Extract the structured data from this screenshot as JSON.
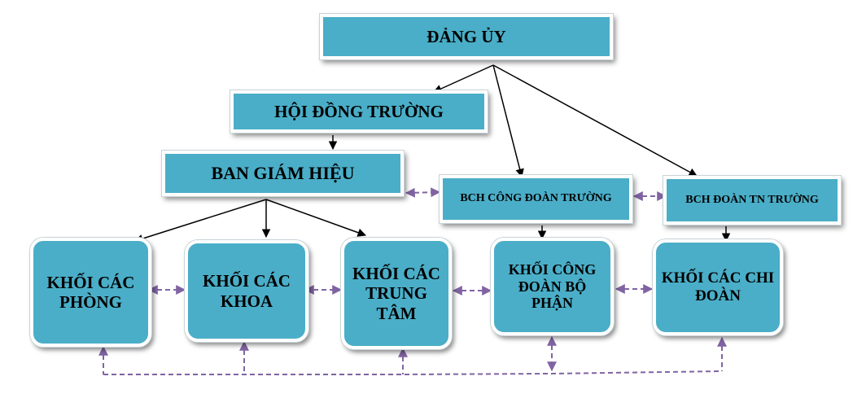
{
  "nodes": {
    "dang_uy": "ĐẢNG ỦY",
    "hoi_dong_truong": "HỘI ĐỒNG TRƯỜNG",
    "ban_giam_hieu": "BAN GIÁM HIỆU",
    "bch_cong_doan": "BCH CÔNG ĐOÀN TRƯỜNG",
    "bch_doan_tn": "BCH ĐOÀN TN TRƯỜNG",
    "khoi_cac_phong": "KHỐI CÁC PHÒNG",
    "khoi_cac_khoa": "KHỐI CÁC KHOA",
    "khoi_cac_trung_tam": "KHỐI CÁC TRUNG TÂM",
    "khoi_cong_doan_bo_phan": "KHỐI CÔNG ĐOÀN BỘ PHẬN",
    "khoi_cac_chi_doan": "KHỐI CÁC CHI ĐOÀN"
  },
  "colors": {
    "box_fill": "#4aaec8",
    "arrow": "#000000",
    "dashed_link": "#8064a2"
  }
}
